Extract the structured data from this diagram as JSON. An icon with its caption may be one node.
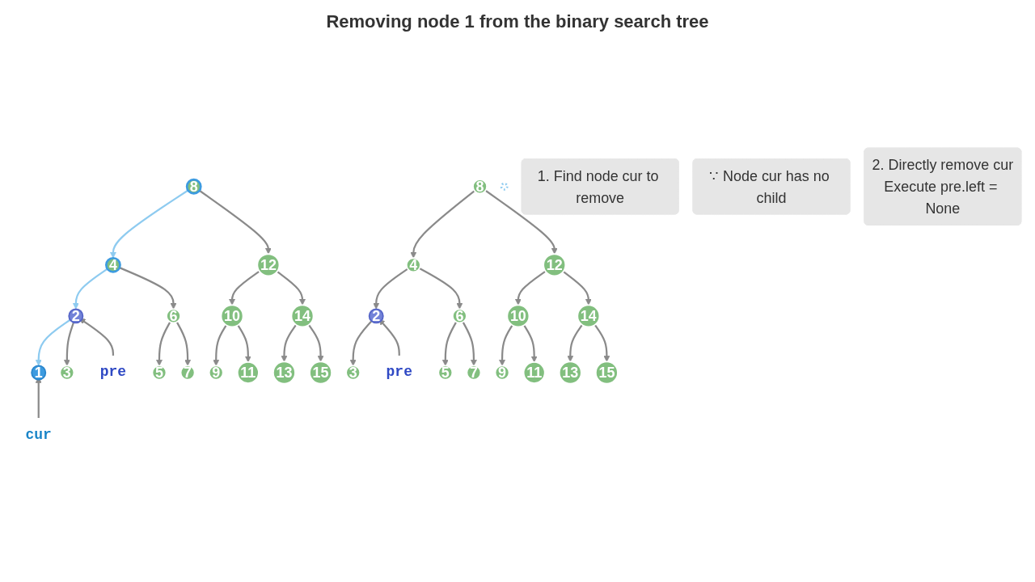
{
  "diagram": {
    "title": "Removing node 1 from the binary search tree",
    "nodes": [
      {
        "text": [
          "8"
        ]
      },
      {
        "text": [
          "4"
        ]
      },
      {
        "text": [
          "12"
        ]
      },
      {
        "text": [
          "2"
        ]
      },
      {
        "text": [
          "6"
        ]
      },
      {
        "text": [
          "10"
        ]
      },
      {
        "text": [
          "14"
        ]
      },
      {
        "text": [
          "1"
        ]
      },
      {
        "text": [
          "3"
        ]
      },
      {
        "text": [
          "5"
        ]
      },
      {
        "text": [
          "7"
        ]
      },
      {
        "text": [
          "9"
        ]
      },
      {
        "text": [
          "11"
        ]
      },
      {
        "text": [
          "13"
        ]
      },
      {
        "text": [
          "15"
        ]
      },
      {
        "text": [
          "pre"
        ]
      },
      {
        "text": [
          "cur"
        ]
      },
      {
        "text": [
          "8"
        ]
      },
      {
        "text": [
          "4"
        ]
      },
      {
        "text": [
          "12"
        ]
      },
      {
        "text": [
          "2"
        ]
      },
      {
        "text": [
          "6"
        ]
      },
      {
        "text": [
          "10"
        ]
      },
      {
        "text": [
          "14"
        ]
      },
      {
        "text": [],
        "shape": "circle"
      },
      {
        "text": [
          "3"
        ]
      },
      {
        "text": [
          "5"
        ]
      },
      {
        "text": [
          "7"
        ]
      },
      {
        "text": [
          "9"
        ]
      },
      {
        "text": [
          "11"
        ]
      },
      {
        "text": [
          "13"
        ]
      },
      {
        "text": [
          "15"
        ]
      },
      {
        "text": [
          "pre"
        ]
      },
      {
        "text": [
          "1. Find node cur to remove"
        ]
      },
      {
        "text": [
          "∵ Node cur has no child"
        ]
      },
      {
        "text": [
          "2. Directly remove cur",
          "Execute pre.left = None"
        ]
      }
    ],
    "edges": [
      {
        "from": 0,
        "to": 1,
        "arrow": "to",
        "color": "#8ecbf0"
      },
      {
        "from": 0,
        "to": 2,
        "arrow": "to"
      },
      {
        "from": 1,
        "to": 3,
        "arrow": "to",
        "color": "#8ecbf0"
      },
      {
        "from": 1,
        "to": 4,
        "arrow": "to"
      },
      {
        "from": 3,
        "to": 7,
        "arrow": "to",
        "color": "#8ecbf0"
      },
      {
        "from": 3,
        "to": 8,
        "arrow": "to"
      },
      {
        "from": 4,
        "to": 9,
        "arrow": "to"
      },
      {
        "from": 4,
        "to": 10,
        "arrow": "to"
      },
      {
        "from": 2,
        "to": 5,
        "arrow": "to"
      },
      {
        "from": 2,
        "to": 6,
        "arrow": "to"
      },
      {
        "from": 5,
        "to": 11,
        "arrow": "to"
      },
      {
        "from": 5,
        "to": 12,
        "arrow": "to"
      },
      {
        "from": 6,
        "to": 13,
        "arrow": "to"
      },
      {
        "from": 6,
        "to": 14,
        "arrow": "to"
      },
      {
        "from": 15,
        "to": 3,
        "arrow": "to"
      },
      {
        "from": 16,
        "to": 7,
        "arrow": "to"
      },
      {
        "from": 17,
        "to": 18,
        "arrow": "to"
      },
      {
        "from": 17,
        "to": 19,
        "arrow": "to"
      },
      {
        "from": 18,
        "to": 20,
        "arrow": "to"
      },
      {
        "from": 18,
        "to": 21,
        "arrow": "to"
      },
      {
        "from": 20,
        "to": 25,
        "arrow": "to"
      },
      {
        "from": 21,
        "to": 26,
        "arrow": "to"
      },
      {
        "from": 21,
        "to": 27,
        "arrow": "to"
      },
      {
        "from": 19,
        "to": 22,
        "arrow": "to"
      },
      {
        "from": 19,
        "to": 23,
        "arrow": "to"
      },
      {
        "from": 22,
        "to": 28,
        "arrow": "to"
      },
      {
        "from": 22,
        "to": 29,
        "arrow": "to"
      },
      {
        "from": 23,
        "to": 30,
        "arrow": "to"
      },
      {
        "from": 23,
        "to": 31,
        "arrow": "to"
      },
      {
        "from": 32,
        "to": 20,
        "arrow": "to"
      }
    ]
  }
}
